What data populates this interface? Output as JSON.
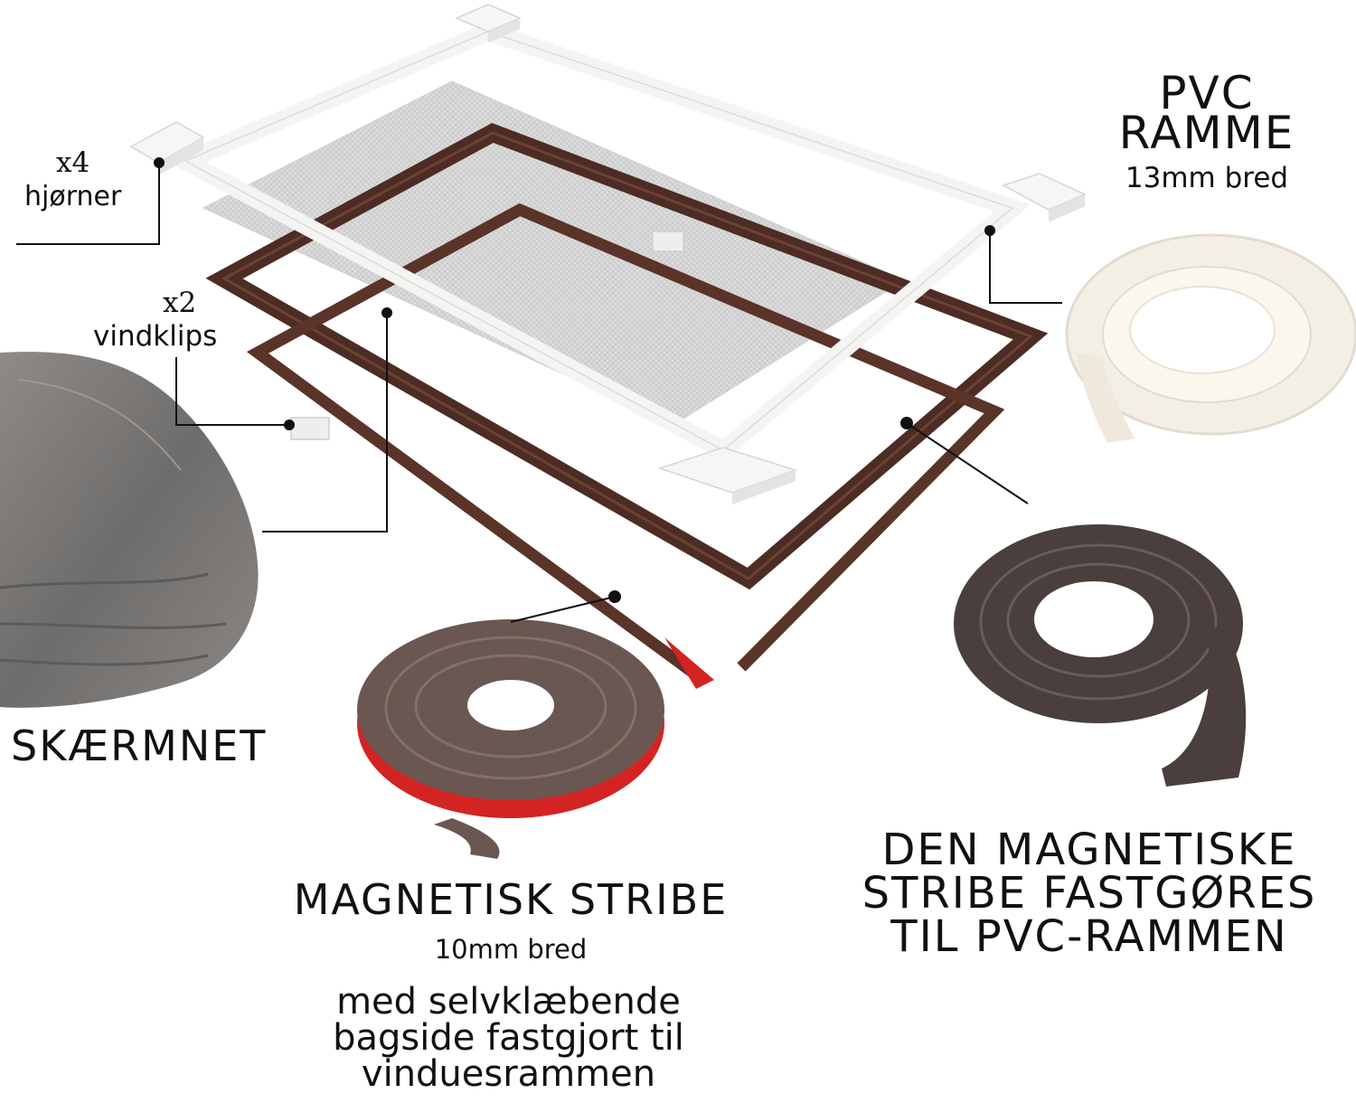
{
  "labels": {
    "corners": {
      "count": "x4",
      "name": "hjørner"
    },
    "wind_clips": {
      "count": "x2",
      "name": "vindklips"
    },
    "pvc_frame": {
      "line1": "PVC",
      "line2": "RAMME",
      "width": "13mm bred"
    },
    "screen_net": {
      "name": "SKÆRMNET"
    },
    "magnetic_strip": {
      "title": "MAGNETISK STRIBE",
      "width": "10mm bred",
      "desc1": "med selvklæbende",
      "desc2": "bagside fastgjort til",
      "desc3": "vinduesrammen"
    },
    "attach_note": {
      "line1": "DEN MAGNETISKE",
      "line2": "STRIBE FASTGØRES",
      "line3": "TIL PVC-RAMMEN"
    }
  },
  "colors": {
    "text": "#111111",
    "pvc_white": "#f4f4f2",
    "mesh_gray": "#d2d2d2",
    "magnet_brown": "#4d2c24",
    "roll_dark": "#4a3f3c",
    "adhesive_red": "#d32323",
    "fabric_gray": "#7a7876"
  }
}
